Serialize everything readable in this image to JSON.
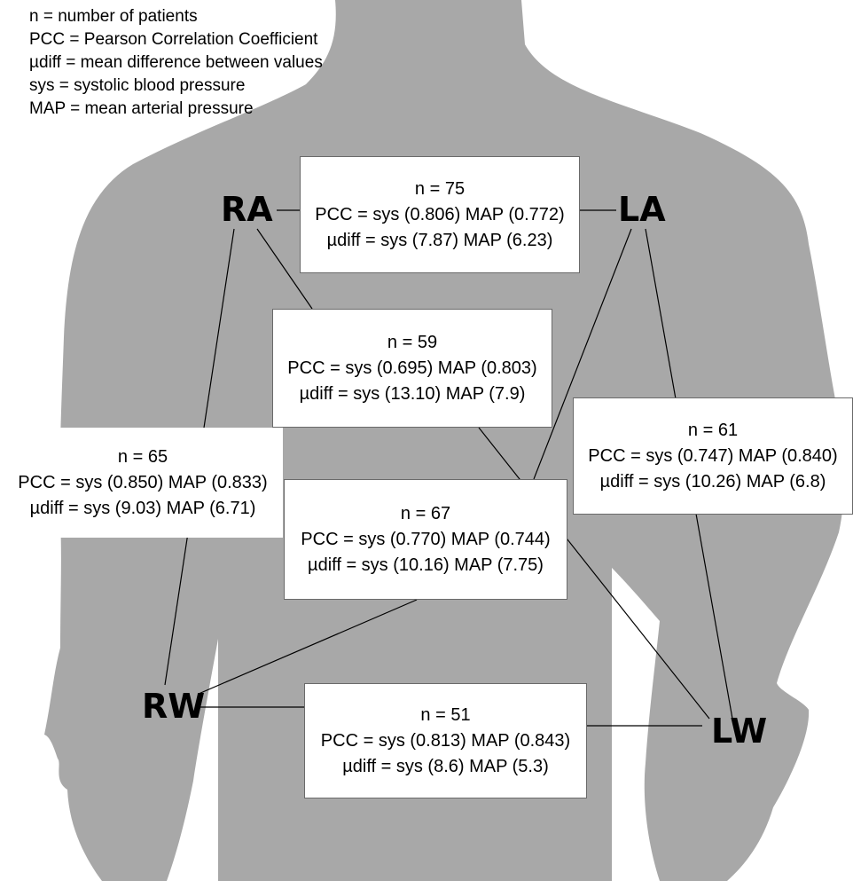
{
  "legend": {
    "items": [
      "n = number of patients",
      "PCC = Pearson Correlation Coefficient",
      "µdiff = mean difference between values",
      "sys = systolic blood pressure",
      "MAP = mean arterial pressure"
    ]
  },
  "sites": {
    "ra": "RA",
    "la": "LA",
    "rw": "RW",
    "lw": "LW"
  },
  "comparisons": {
    "ra_la": {
      "n": "n = 75",
      "pcc": "PCC = sys (0.806)  MAP (0.772)",
      "mudiff": "µdiff = sys (7.87)  MAP (6.23)"
    },
    "ra_lw": {
      "n": "n = 59",
      "pcc": "PCC = sys (0.695)  MAP (0.803)",
      "mudiff": "µdiff = sys (13.10)  MAP (7.9)"
    },
    "ra_rw": {
      "n": "n = 65",
      "pcc": "PCC = sys (0.850)  MAP (0.833)",
      "mudiff": "µdiff = sys (9.03)  MAP (6.71)"
    },
    "la_rw": {
      "n": "n = 67",
      "pcc": "PCC = sys (0.770)  MAP (0.744)",
      "mudiff": "µdiff = sys (10.16)  MAP (7.75)"
    },
    "la_lw": {
      "n": "n = 61",
      "pcc": "PCC = sys (0.747)  MAP (0.840)",
      "mudiff": "µdiff = sys (10.26)  MAP (6.8)"
    },
    "rw_lw": {
      "n": "n = 51",
      "pcc": "PCC = sys (0.813)  MAP (0.843)",
      "mudiff": "µdiff = sys (8.6)  MAP (5.3)"
    }
  },
  "colors": {
    "silhouette": "#a8a8a8",
    "background": "#ffffff",
    "text": "#000000",
    "connector": "#000000"
  }
}
